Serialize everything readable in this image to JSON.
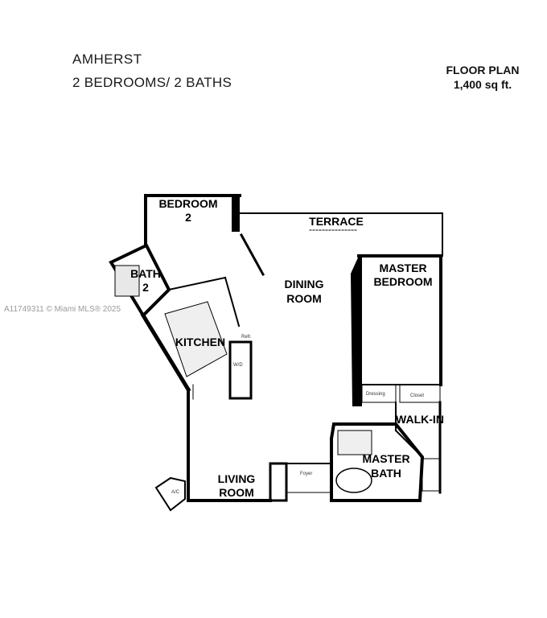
{
  "header": {
    "title": "AMHERST",
    "subtitle": "2 BEDROOMS/ 2 BATHS",
    "plan_label_line1": "FLOOR PLAN",
    "plan_label_line2": "1,400 sq ft."
  },
  "rooms": {
    "bedroom2_line1": "BEDROOM",
    "bedroom2_line2": "2",
    "terrace": "TERRACE",
    "bath2_line1": "BATH",
    "bath2_line2": "2",
    "dining_line1": "DINING",
    "dining_line2": "ROOM",
    "master_bed_line1": "MASTER",
    "master_bed_line2": "BEDROOM",
    "kitchen": "KITCHEN",
    "walk_in": "WALK-IN",
    "master_bath_line1": "MASTER",
    "master_bath_line2": "BATH",
    "living_line1": "LIVING",
    "living_line2": "ROOM"
  },
  "fixtures": {
    "dressing": "Dressing",
    "closet": "Closet",
    "foyer": "Foyer",
    "ac": "A/C",
    "refrigerator": "Refr.",
    "washer_dryer": "W/D"
  },
  "watermark": "A11749311 © Miami MLS® 2025"
}
